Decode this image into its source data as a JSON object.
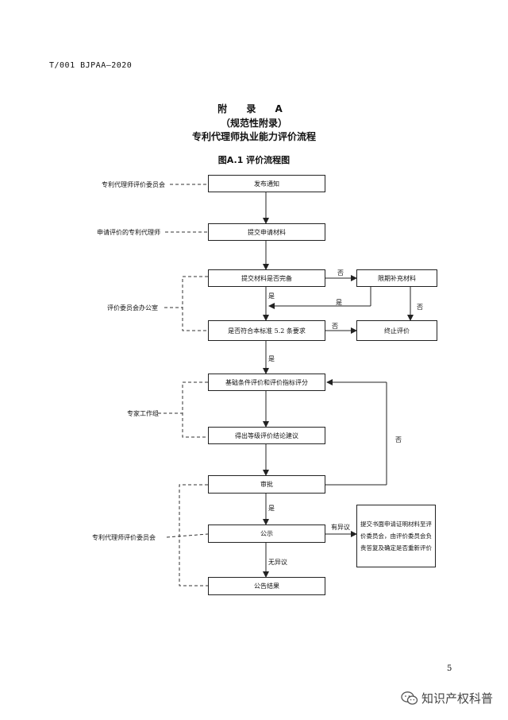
{
  "header": {
    "standard_no": "T/001 BJPAA—2020"
  },
  "title": {
    "line1": "附 录 A",
    "line2": "（规范性附录）",
    "line3": "专利代理师执业能力评价流程"
  },
  "figure_caption": "图A.1  评价流程图",
  "flow": {
    "steps": {
      "notice": "发布通知",
      "submit": "提交申请材料",
      "complete_check": "提交材料是否完备",
      "supplement": "限期补充材料",
      "standard_check": "是否符合本标准 5.2 条要求",
      "terminate": "终止评价",
      "scoring": "基础条件评价和评价指标评分",
      "conclusion": "得出等级评价结论建议",
      "approval": "审批",
      "publicity": "公示",
      "announce": "公告结果",
      "objection_note": "提交书面申请证明材料至评价委员会，由评价委员会负责答复及确定是否重新评价"
    },
    "actors": {
      "committee_top": "专利代理师评价委员会",
      "applicant": "申请评价的专利代理师",
      "office": "评价委员会办公室",
      "experts": "专家工作组",
      "committee_bottom": "专利代理师评价委员会"
    },
    "edge_labels": {
      "no_1": "否",
      "yes_1": "是",
      "yes_2": "是",
      "no_2": "否",
      "no_3": "否",
      "yes_3": "是",
      "no_4": "否",
      "yes_4": "是",
      "objection": "有异议",
      "no_objection": "无异议"
    }
  },
  "footer": {
    "page_number": "5",
    "watermark": "知识产权科普",
    "watermark_icon": "wechat-icon"
  }
}
